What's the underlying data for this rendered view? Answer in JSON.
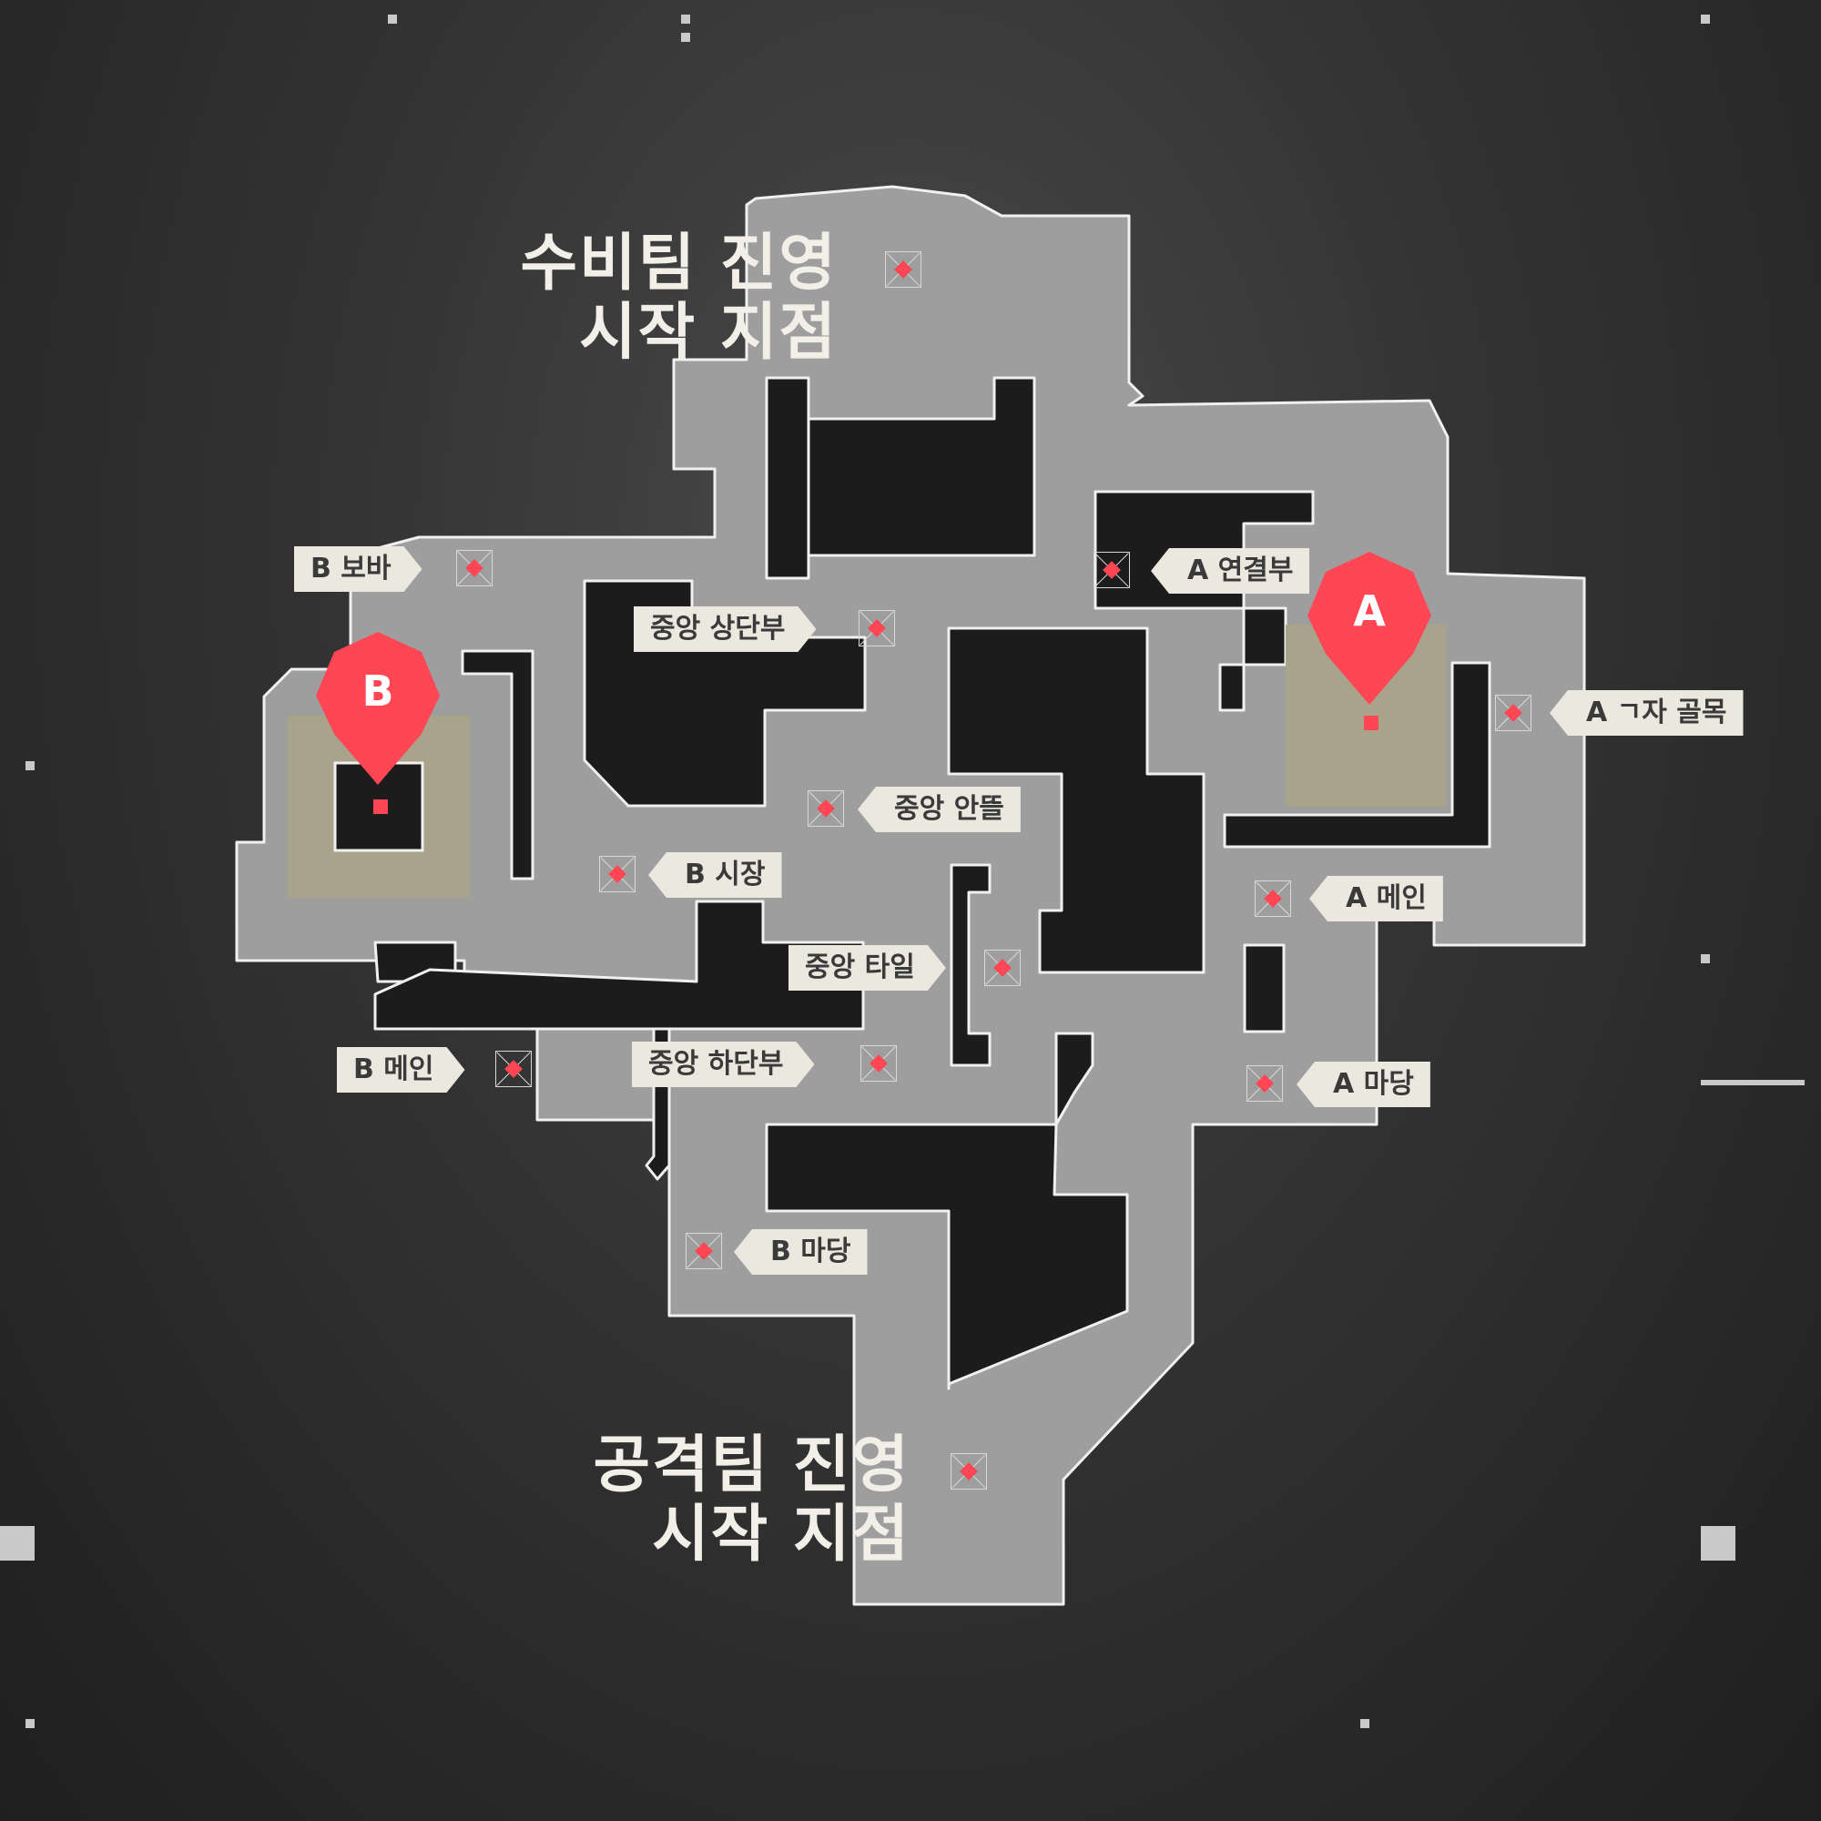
{
  "map": {
    "spawns": {
      "defender": {
        "line1": "수비팀 진영",
        "line2": "시작 지점"
      },
      "attacker": {
        "line1": "공격팀 진영",
        "line2": "시작 지점"
      }
    },
    "sites": {
      "a": "A",
      "b": "B"
    },
    "callouts": {
      "b_lobby": "B 보바",
      "b_market": "B 시장",
      "b_main": "B 메인",
      "b_yard": "B 마당",
      "mid_top": "중앙 상단부",
      "mid_courtyard": "중앙 안뜰",
      "mid_tiles": "중앙 타일",
      "mid_bottom": "중앙 하단부",
      "a_link": "A 연결부",
      "a_lobby_elbow": "A ㄱ자 골목",
      "a_main": "A 메인",
      "a_yard": "A 마당"
    },
    "colors": {
      "floor": "#9e9e9e",
      "wall": "#f0f0f0",
      "site_zone": "#a8a38a",
      "accent": "#ff4655",
      "label_bg": "#ebe8e0"
    }
  }
}
